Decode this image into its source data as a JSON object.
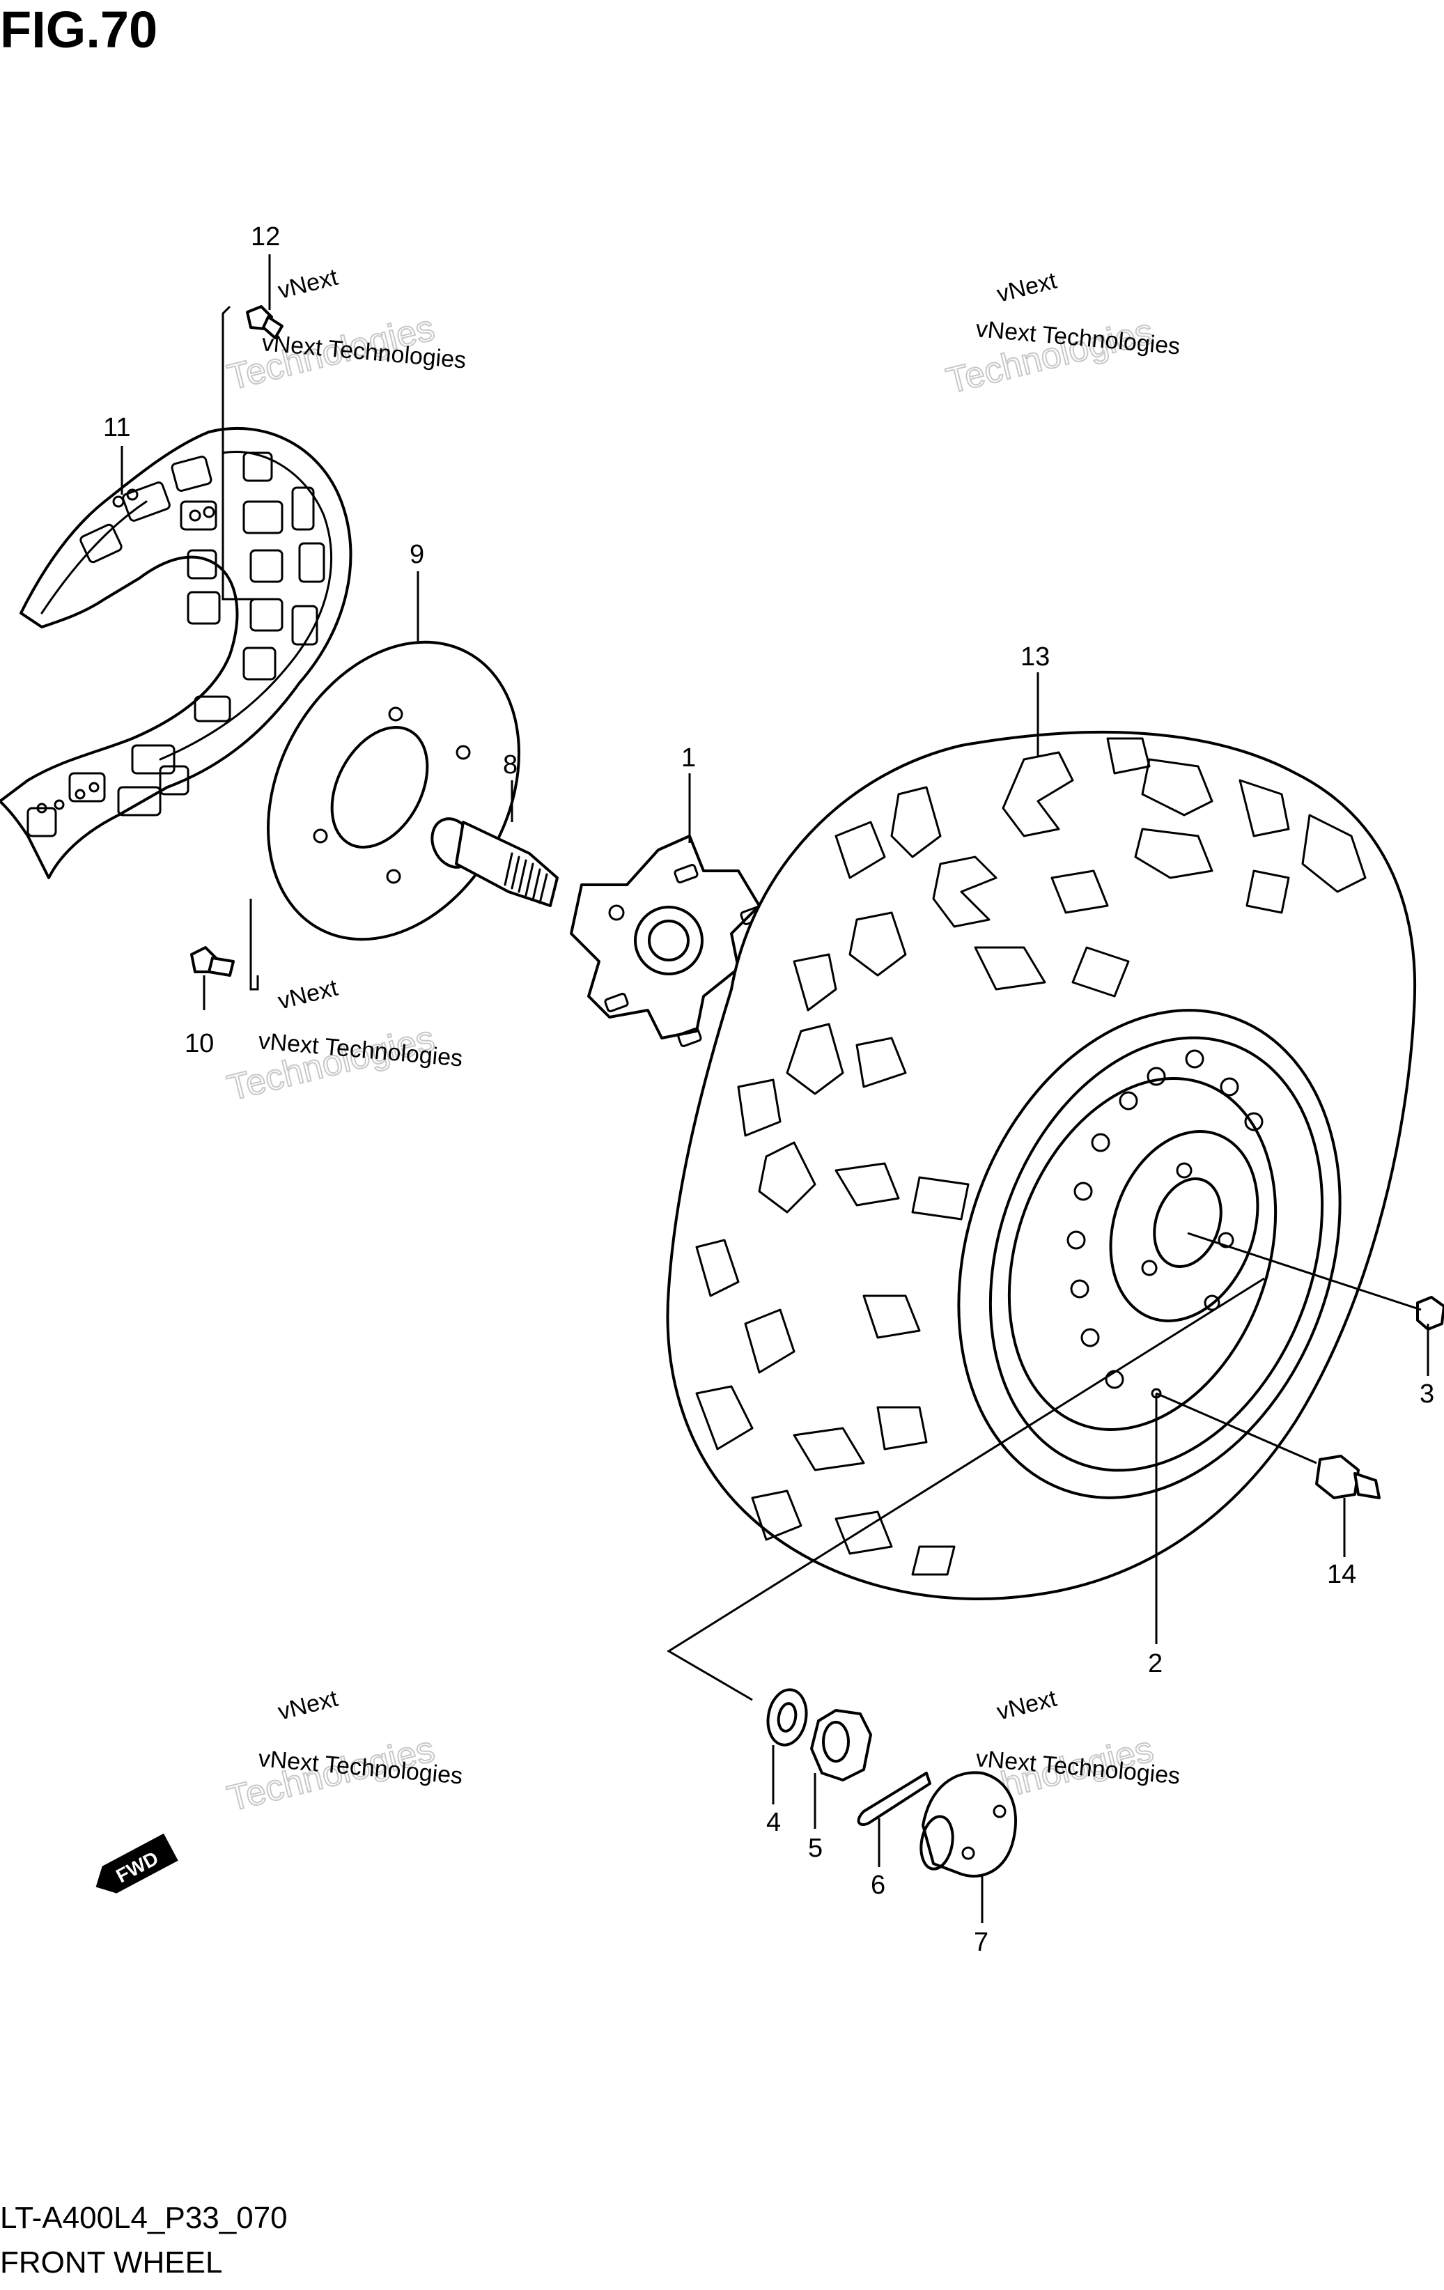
{
  "figure": {
    "title": "FIG.70",
    "model_code": "LT-A400L4_P33_070",
    "caption": "FRONT WHEEL"
  },
  "direction_badge": {
    "label": "FWD"
  },
  "watermark": {
    "line1": "vNext",
    "line2": "vNext Technologies",
    "line3": "Technologies"
  },
  "callouts": [
    {
      "id": "1",
      "label": "1"
    },
    {
      "id": "2",
      "label": "2"
    },
    {
      "id": "3",
      "label": "3"
    },
    {
      "id": "4",
      "label": "4"
    },
    {
      "id": "5",
      "label": "5"
    },
    {
      "id": "6",
      "label": "6"
    },
    {
      "id": "7",
      "label": "7"
    },
    {
      "id": "8",
      "label": "8"
    },
    {
      "id": "9",
      "label": "9"
    },
    {
      "id": "10",
      "label": "10"
    },
    {
      "id": "11",
      "label": "11"
    },
    {
      "id": "12",
      "label": "12"
    },
    {
      "id": "13",
      "label": "13"
    },
    {
      "id": "14",
      "label": "14"
    }
  ]
}
